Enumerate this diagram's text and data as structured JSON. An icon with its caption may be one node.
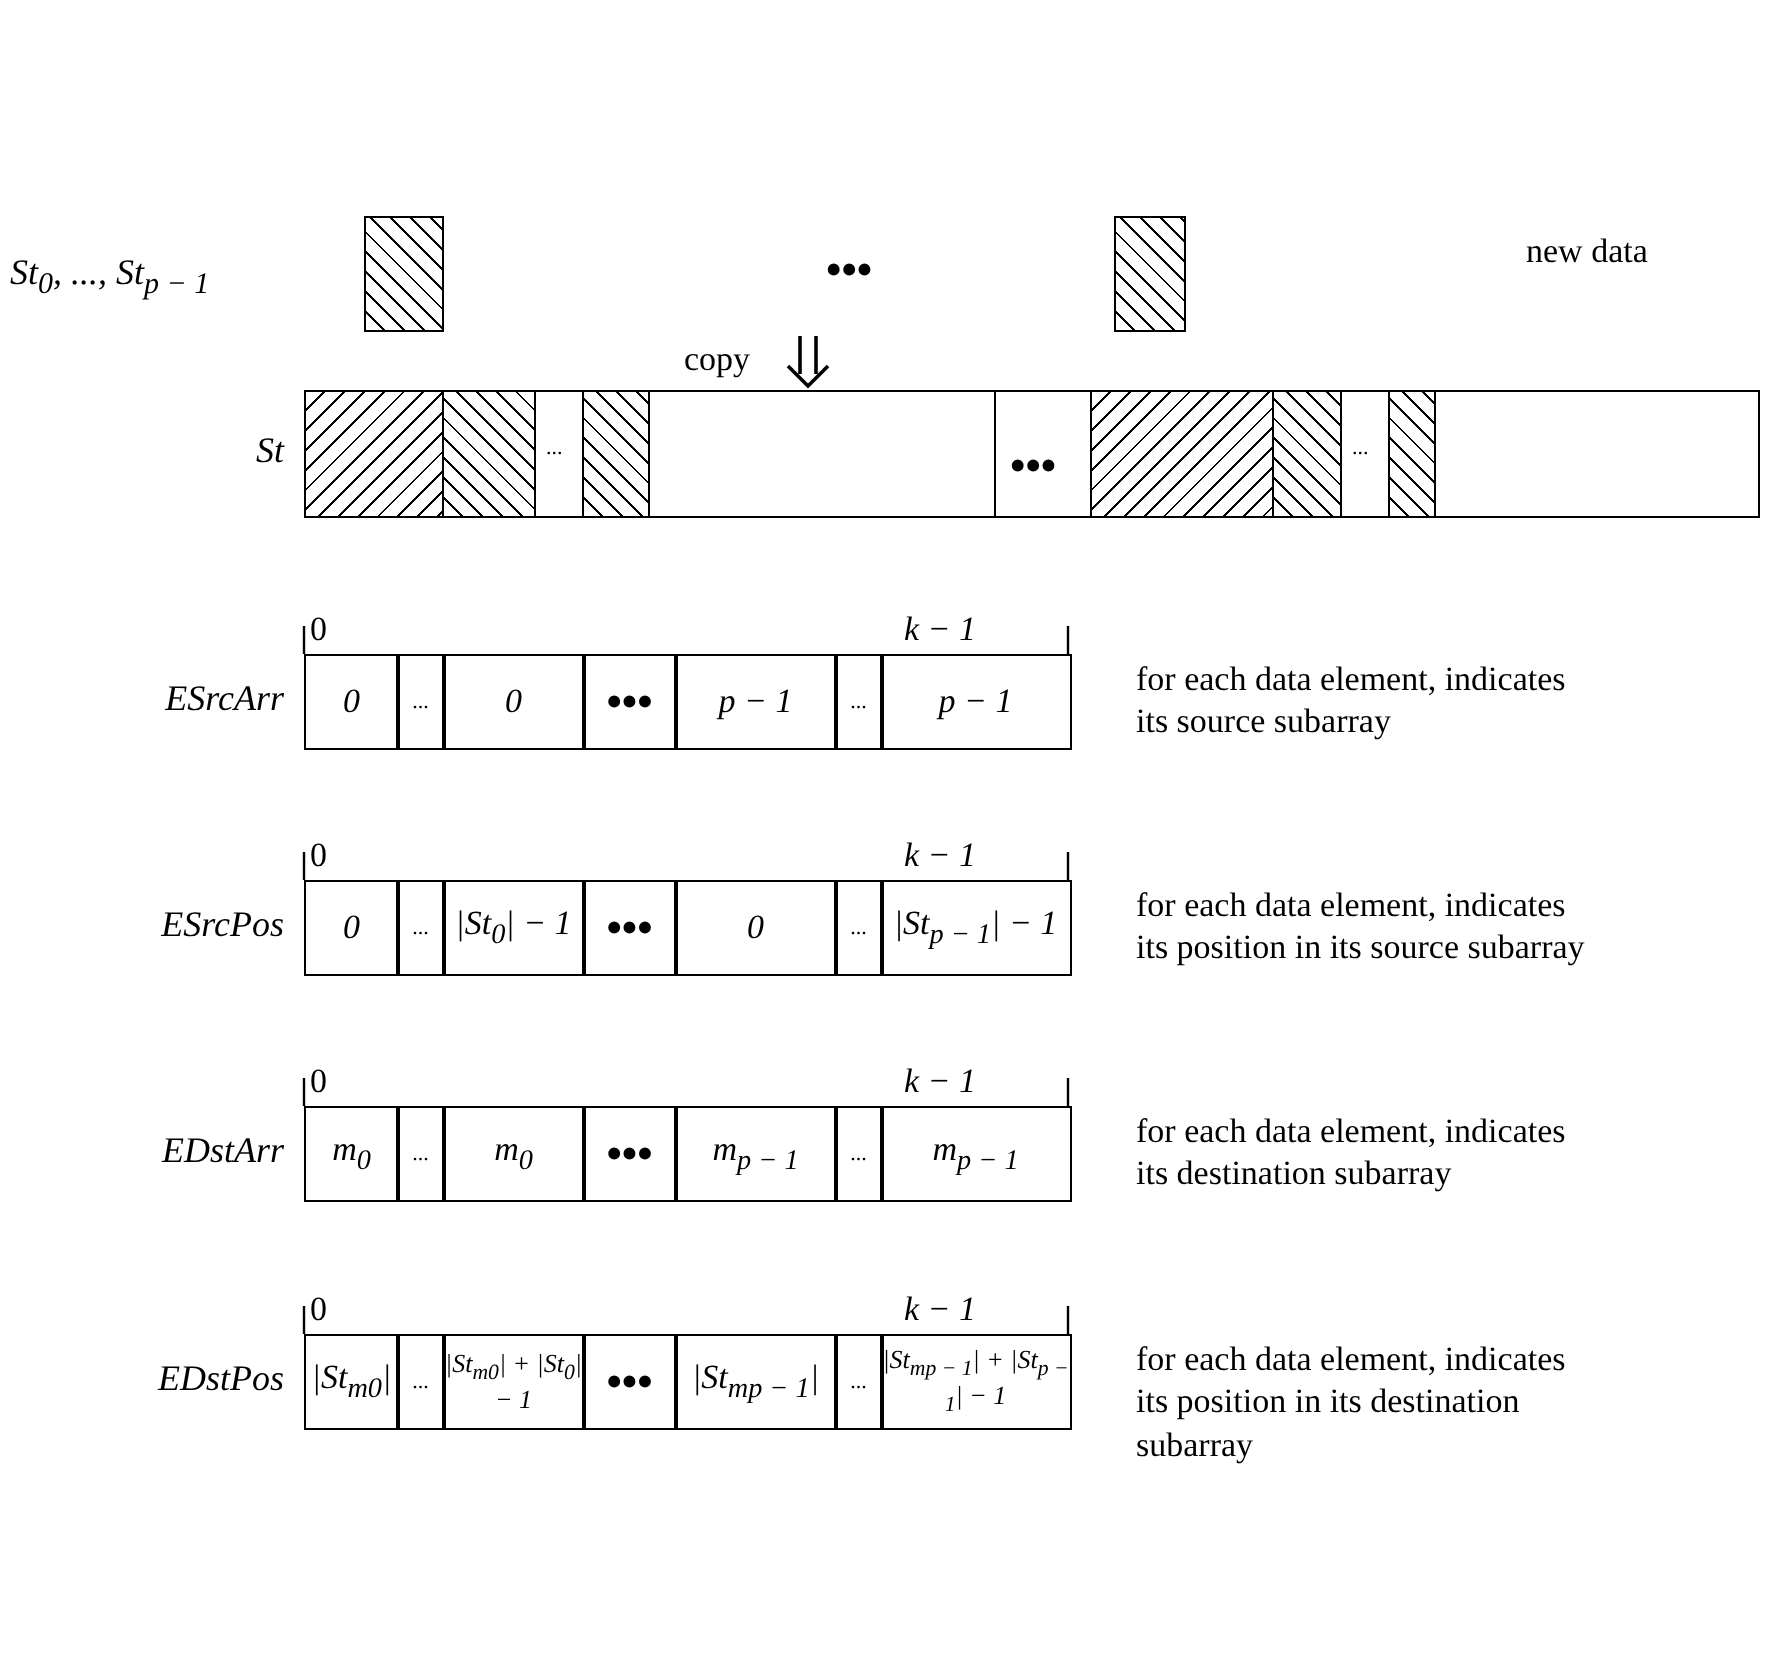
{
  "diagram": {
    "nodes": [
      {
        "text": [
          "St$_{0}$, ..., St$_{p − 1}$"
        ]
      },
      {
        "text": [],
        "shape": "bar",
        "in": 0
      },
      {
        "text": [],
        "shape": "bar",
        "in": 0
      },
      {
        "text": [
          "St"
        ]
      },
      {
        "text": [],
        "shape": "bar",
        "in": 3
      },
      {
        "text": [],
        "shape": "bar",
        "in": 3
      },
      {
        "text": [],
        "shape": "bar",
        "in": 3
      },
      {
        "text": [],
        "shape": "bar",
        "in": 3
      },
      {
        "text": [],
        "shape": "bar",
        "in": 3
      },
      {
        "text": [],
        "shape": "bar",
        "in": 3
      },
      {
        "text": [
          "ESrcArr"
        ],
        "beside": [
          "for each data element, indicates its source subarray"
        ]
      },
      {
        "text": [
          "0"
        ],
        "in": 10
      },
      {
        "text": [
          "..."
        ],
        "in": 10
      },
      {
        "text": [
          "0"
        ],
        "in": 10
      },
      {
        "text": [
          "•••"
        ],
        "in": 10
      },
      {
        "text": [
          "p − 1"
        ],
        "in": 10
      },
      {
        "text": [
          "..."
        ],
        "in": 10
      },
      {
        "text": [
          "p − 1"
        ],
        "in": 10
      },
      {
        "text": [
          "ESrcPos"
        ],
        "beside": [
          "for each data element, indicates its position in its source subarray"
        ]
      },
      {
        "text": [
          "0"
        ],
        "in": 18
      },
      {
        "text": [
          "..."
        ],
        "in": 18
      },
      {
        "text": [
          "|St$_{0}$| − 1"
        ],
        "in": 18
      },
      {
        "text": [
          "•••"
        ],
        "in": 18
      },
      {
        "text": [
          "0"
        ],
        "in": 18
      },
      {
        "text": [
          "..."
        ],
        "in": 18
      },
      {
        "text": [
          "|St$_{p − 1}$| − 1"
        ],
        "in": 18
      },
      {
        "text": [
          "EDstArr"
        ],
        "beside": [
          "for each data element, indicates its destination subarray"
        ]
      },
      {
        "text": [
          "m$_{0}$"
        ],
        "in": 26
      },
      {
        "text": [
          "..."
        ],
        "in": 26
      },
      {
        "text": [
          "m$_{0}$"
        ],
        "in": 26
      },
      {
        "text": [
          "•••"
        ],
        "in": 26
      },
      {
        "text": [
          "m$_{p − 1}$"
        ],
        "in": 26
      },
      {
        "text": [
          "..."
        ],
        "in": 26
      },
      {
        "text": [
          "m$_{p − 1}$"
        ],
        "in": 26
      },
      {
        "text": [
          "EDstPos"
        ],
        "beside": [
          "for each data element, indicates its position in its destination subarray"
        ]
      },
      {
        "text": [
          "|St$_{m0}$|"
        ],
        "in": 34
      },
      {
        "text": [
          "..."
        ],
        "in": 34
      },
      {
        "text": [
          "|St$_{m0}$| + |St$_{0}$| − 1"
        ],
        "in": 34
      },
      {
        "text": [
          "•••"
        ],
        "in": 34
      },
      {
        "text": [
          "|St$_{mp − 1}$|"
        ],
        "in": 34
      },
      {
        "text": [
          "..."
        ],
        "in": 34
      },
      {
        "text": [
          "|St$_{mp − 1}$| + |St$_{p − 1}$| − 1"
        ],
        "in": 34
      }
    ],
    "edges": [
      {
        "from": 0,
        "to": 3,
        "arrow": "to",
        "label": "copy"
      }
    ],
    "labels": [
      "•••",
      "new data",
      "...",
      "•••",
      "...",
      "0",
      "k − 1",
      "0",
      "k − 1",
      "0",
      "k − 1",
      "0",
      "k − 1"
    ]
  }
}
